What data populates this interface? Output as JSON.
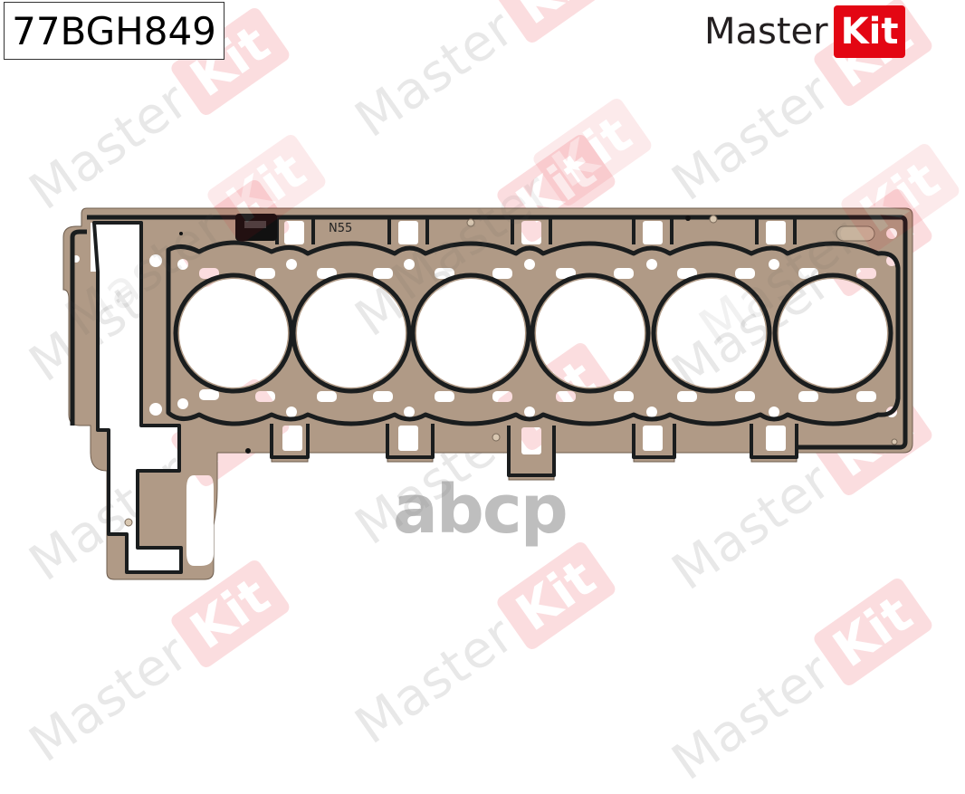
{
  "part_number": "77BGH849",
  "brand": {
    "name_left": "Master",
    "name_right": "Kit",
    "accent_color": "#e30613",
    "text_color": "#231f20"
  },
  "product": {
    "type": "cylinder head gasket",
    "engine_marking": "N55",
    "cylinder_bores": 6,
    "colors": {
      "steel": "#b09a86",
      "seal_bead": "#1a1d1e"
    }
  },
  "watermark": {
    "text_left": "Master",
    "text_right": "Kit"
  },
  "marketplace_logo": "abcp"
}
